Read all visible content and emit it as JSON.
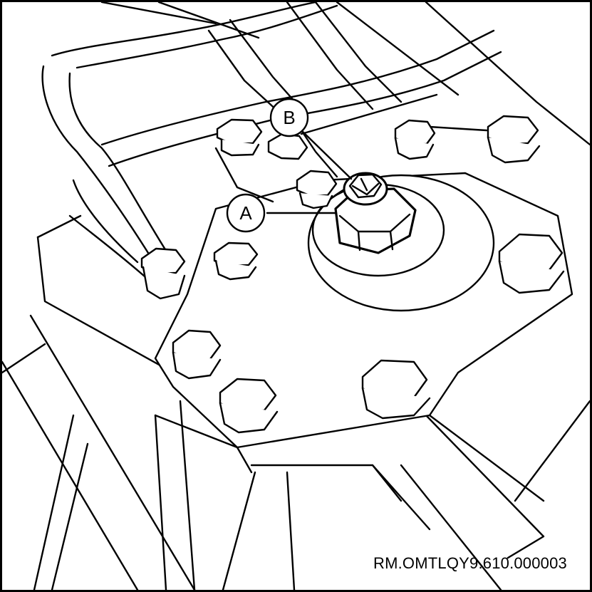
{
  "callouts": {
    "a": "A",
    "b": "B"
  },
  "reference_code": "RM.OMTLQY9.610.000003",
  "colors": {
    "line": "#000000",
    "fill": "#ffffff"
  }
}
